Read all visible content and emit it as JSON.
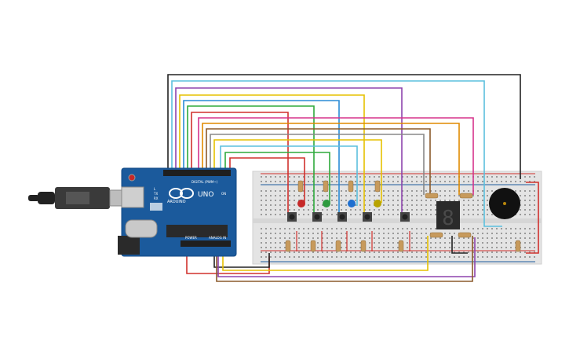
{
  "arduino": {
    "brand": "ARDUINO",
    "model": "UNO",
    "digital_header": "DIGITAL (PWM~)",
    "power_header": "POWER",
    "analog_header": "ANALOG IN",
    "tx_label": "TX",
    "rx_label": "RX",
    "l_label": "L",
    "on_label": "ON",
    "pwr_color": "#1b5a9c"
  },
  "components": {
    "leds": [
      {
        "name": "red-led",
        "color": "#c62828"
      },
      {
        "name": "green-led",
        "color": "#2e9a3e"
      },
      {
        "name": "blue-led",
        "color": "#1e6fd0"
      },
      {
        "name": "yellow-led",
        "color": "#b8a300"
      }
    ],
    "seven_segment_digit": "8",
    "buzzer": "piezo"
  },
  "wire_colors": {
    "black": "#222222",
    "light_blue": "#5bc0de",
    "purple": "#8e44ad",
    "yellow": "#e6c100",
    "green": "#2eaa3c",
    "blue": "#2a8bd6",
    "red": "#d0312d",
    "pink": "#d6338c",
    "orange": "#e08a00",
    "brown": "#8b5a2b",
    "gray": "#888888"
  }
}
